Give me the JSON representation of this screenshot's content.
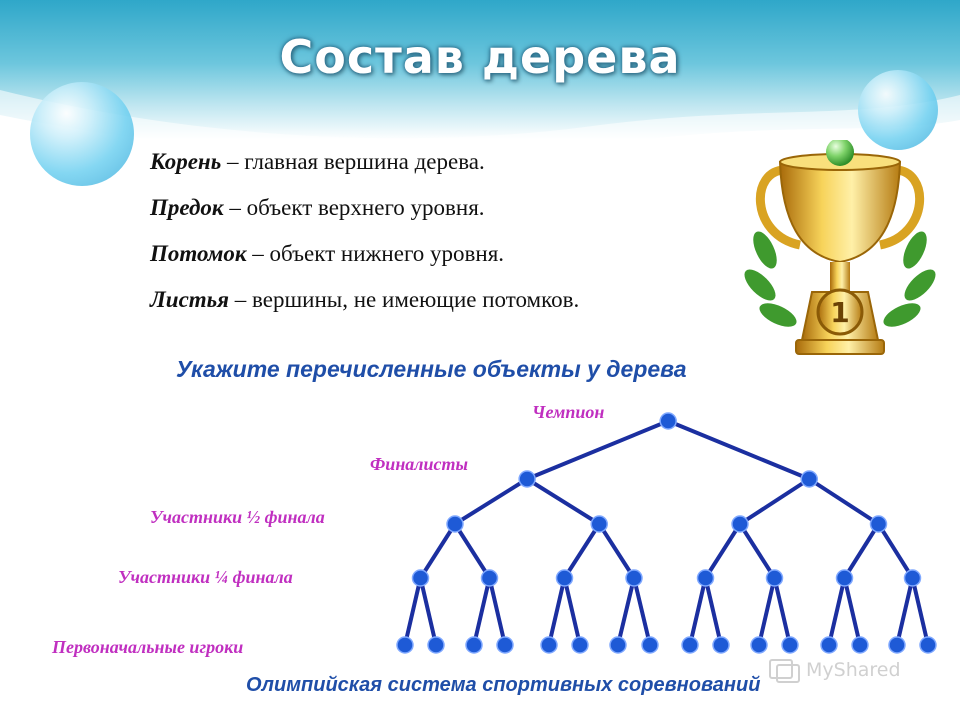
{
  "slide": {
    "title": "Состав дерева",
    "definitions": [
      {
        "term": "Корень",
        "text": " – главная вершина дерева."
      },
      {
        "term": "Предок",
        "text": " – объект верхнего уровня."
      },
      {
        "term": "Потомок",
        "text": " – объект нижнего уровня."
      },
      {
        "term": "Листья",
        "text": " – вершины, не имеющие потомков."
      }
    ],
    "instruction": "Укажите перечисленные объекты у дерева",
    "tree_levels": {
      "champion": "Чемпион",
      "finalists": "Финалисты",
      "semifinal": "Участники ½ финала",
      "quarterfinal": "Участники ¼ финала",
      "initial": "Первоначальные игроки"
    },
    "caption": "Олимпийская система спортивных соревнований",
    "trophy_number": "1",
    "watermark": "MyShared"
  },
  "tree_structure": {
    "levels": 5,
    "branching": 2
  },
  "colors": {
    "node": "#1e5ad6",
    "edge": "#1b2fa0",
    "label": "#c02fc0",
    "accent": "#1f4ea8"
  }
}
